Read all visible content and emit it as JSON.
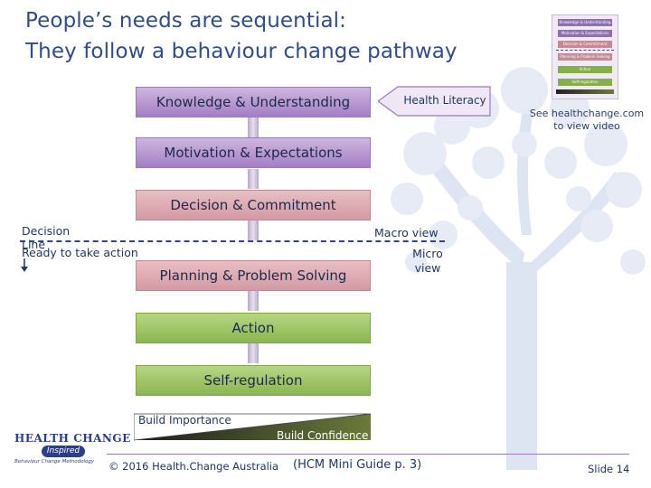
{
  "title": {
    "line1": "People’s needs are sequential:",
    "line2": "They follow a behaviour change pathway"
  },
  "steps": [
    {
      "label": "Knowledge & Understanding"
    },
    {
      "label": "Motivation & Expectations"
    },
    {
      "label": "Decision & Commitment"
    },
    {
      "label": "Planning & Problem Solving"
    },
    {
      "label": "Action"
    },
    {
      "label": "Self-regulation"
    }
  ],
  "health_literacy": {
    "label": "Health Literacy"
  },
  "thumbnail": {
    "items": [
      "Knowledge & Understanding",
      "Motivation & Expectations",
      "Decision & Commitment",
      "Planning & Problem Solving",
      "Action",
      "Self-regulation"
    ]
  },
  "video_note": {
    "line1": "See healthchange.com",
    "line2": "to view video"
  },
  "decision_line": {
    "line1": "Decision",
    "line2": "Line"
  },
  "ready_label": "Ready to take action",
  "macro_view": "Macro view",
  "micro_view": {
    "line1": "Micro",
    "line2": "view"
  },
  "wedge": {
    "build_importance": "Build Importance",
    "build_confidence": "Build Confidence"
  },
  "logo": {
    "line1": "HEALTH CHANGE",
    "line2": "Inspired",
    "line3": "Behaviour Change Methodology"
  },
  "footer": {
    "copyright": "© 2016 Health.Change Australia",
    "guide": "(HCM Mini Guide p. 3)",
    "slide": "Slide 14"
  },
  "colors": {
    "title": "#2f4d8a",
    "knowledge": "#b393d1",
    "decision": "#d9a9b0",
    "action": "#9dc462",
    "wedge": "#6b7a3a"
  }
}
